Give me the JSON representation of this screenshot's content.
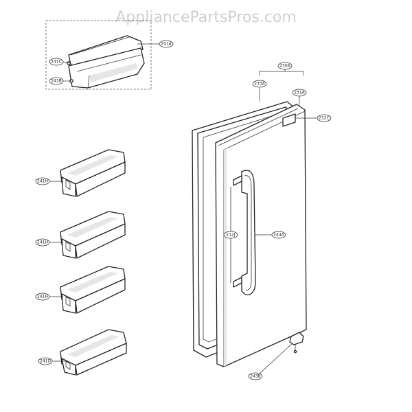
{
  "watermark": "AppliancePartsPros.com",
  "callouts": {
    "c241A": "241A",
    "c241C": "241C",
    "c241B": "241B",
    "c230A": "230A",
    "c233A": "233A",
    "c231A": "231A",
    "c212C": "212C",
    "c241H_1": "241H",
    "c241H_2": "241H",
    "c241H_3": "241H",
    "c212J": "212J",
    "c244A": "244A",
    "c241D": "241D",
    "c243B": "243B"
  }
}
